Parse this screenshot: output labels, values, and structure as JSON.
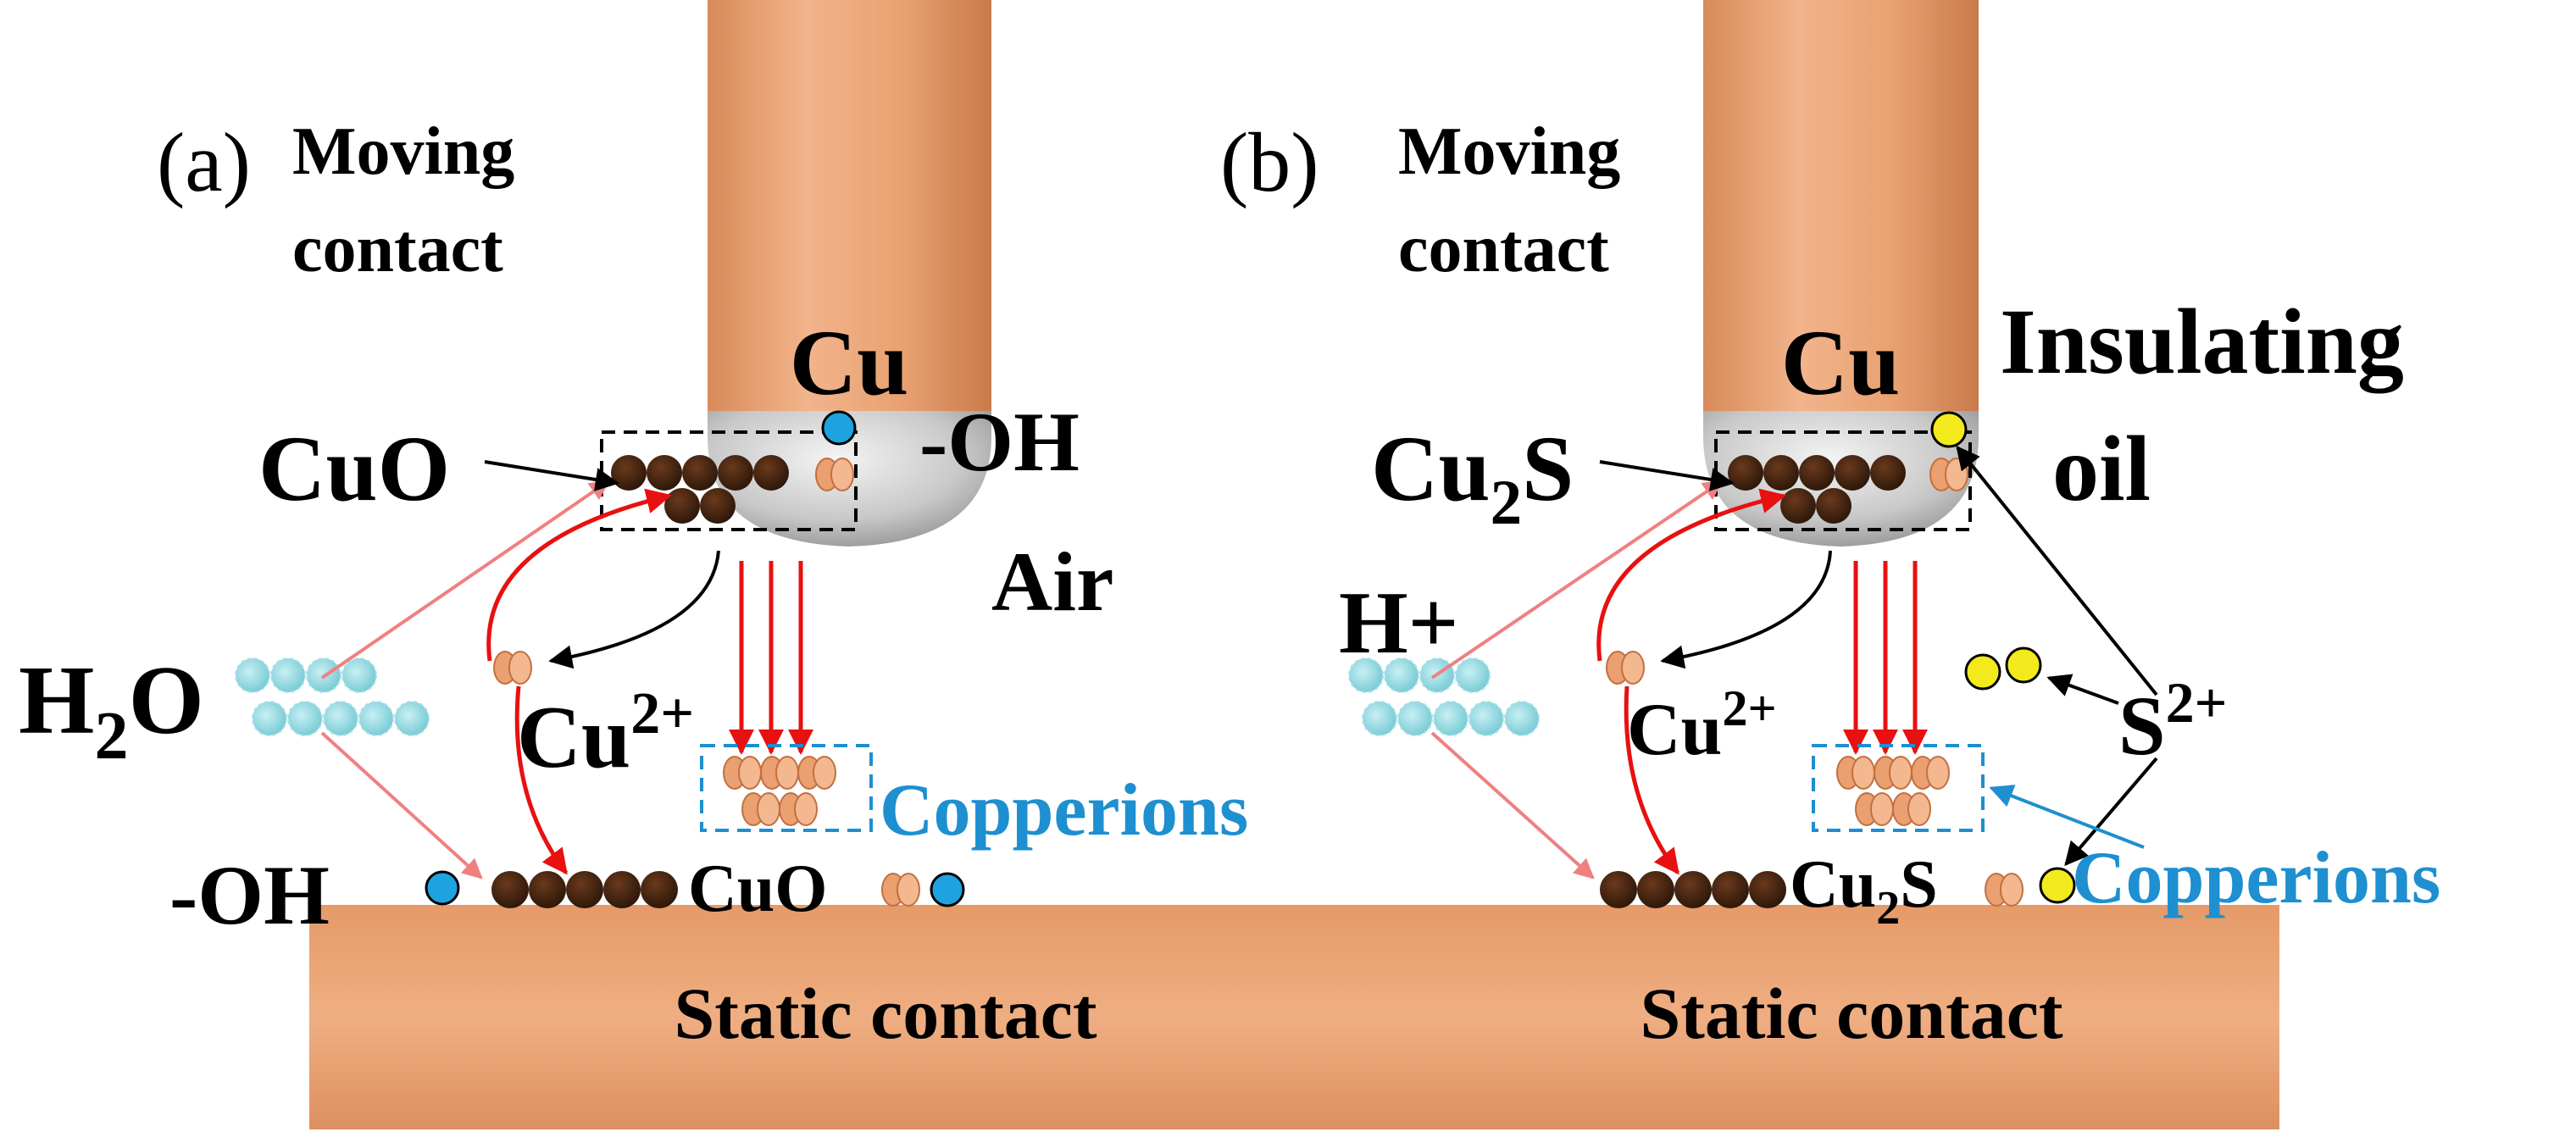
{
  "panel_a": {
    "tag": "(a)",
    "moving_contact_line1": "Moving",
    "moving_contact_line2": "contact",
    "electrode": "Cu",
    "film": "CuO",
    "hydroxyl_top": "-OH",
    "medium": "Air",
    "reactant_main": "H",
    "reactant_sub": "2",
    "reactant_tail": "O",
    "ion_main": "Cu",
    "ion_sup": "2+",
    "copper_ions": "Copperions",
    "hydroxyl_bottom": "-OH",
    "film_bottom": "CuO",
    "static_contact": "Static contact"
  },
  "panel_b": {
    "tag": "(b)",
    "moving_contact_line1": "Moving",
    "moving_contact_line2": "contact",
    "electrode": "Cu",
    "medium_line1": "Insulating",
    "medium_line2": "oil",
    "film_main": "Cu",
    "film_sub": "2",
    "film_tail": "S",
    "reactant": "H+",
    "ion_main": "Cu",
    "ion_sup": "2+",
    "sulfur_main": "S",
    "sulfur_sup": "2+",
    "copper_ions": "Copperions",
    "film_bottom_main": "Cu",
    "film_bottom_sub": "2",
    "film_bottom_tail": "S",
    "static_contact": "Static contact"
  },
  "colors": {
    "copper": "#E8A070",
    "copper_dark": "#C87848",
    "oxide_particle": "#4A2812",
    "hydroxyl": "#1FA3E0",
    "sulfur": "#F2EA1C",
    "water": "#8FD8E0",
    "ions_label": "#1E8FD0",
    "arrow_red": "#E81010",
    "arrow_pink": "#F08080"
  }
}
